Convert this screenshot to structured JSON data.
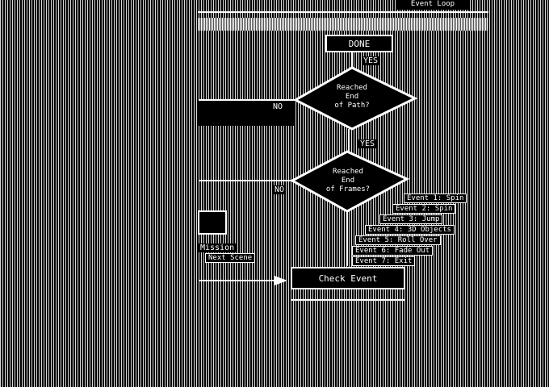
{
  "header": {
    "title": "Event Loop"
  },
  "nodes": {
    "done": "DONE",
    "decision_top": [
      "Reached",
      "End",
      "of Path?"
    ],
    "decision_bottom": [
      "Reached",
      "End",
      "of Frames?"
    ],
    "check": "Check Event",
    "yes_top": "YES",
    "no_top": "NO",
    "yes_bottom": "YES",
    "no_bottom": "NO",
    "left_box": "Mission",
    "left_sub": "Next Scene"
  },
  "events": [
    "Event 1: Spin",
    "Event 2: Spin",
    "Event 3: Jump",
    "Event 4: 3D Objects",
    "Event 5: Roll Over",
    "Event 6: Fade Out",
    "Event 7: Exit"
  ]
}
